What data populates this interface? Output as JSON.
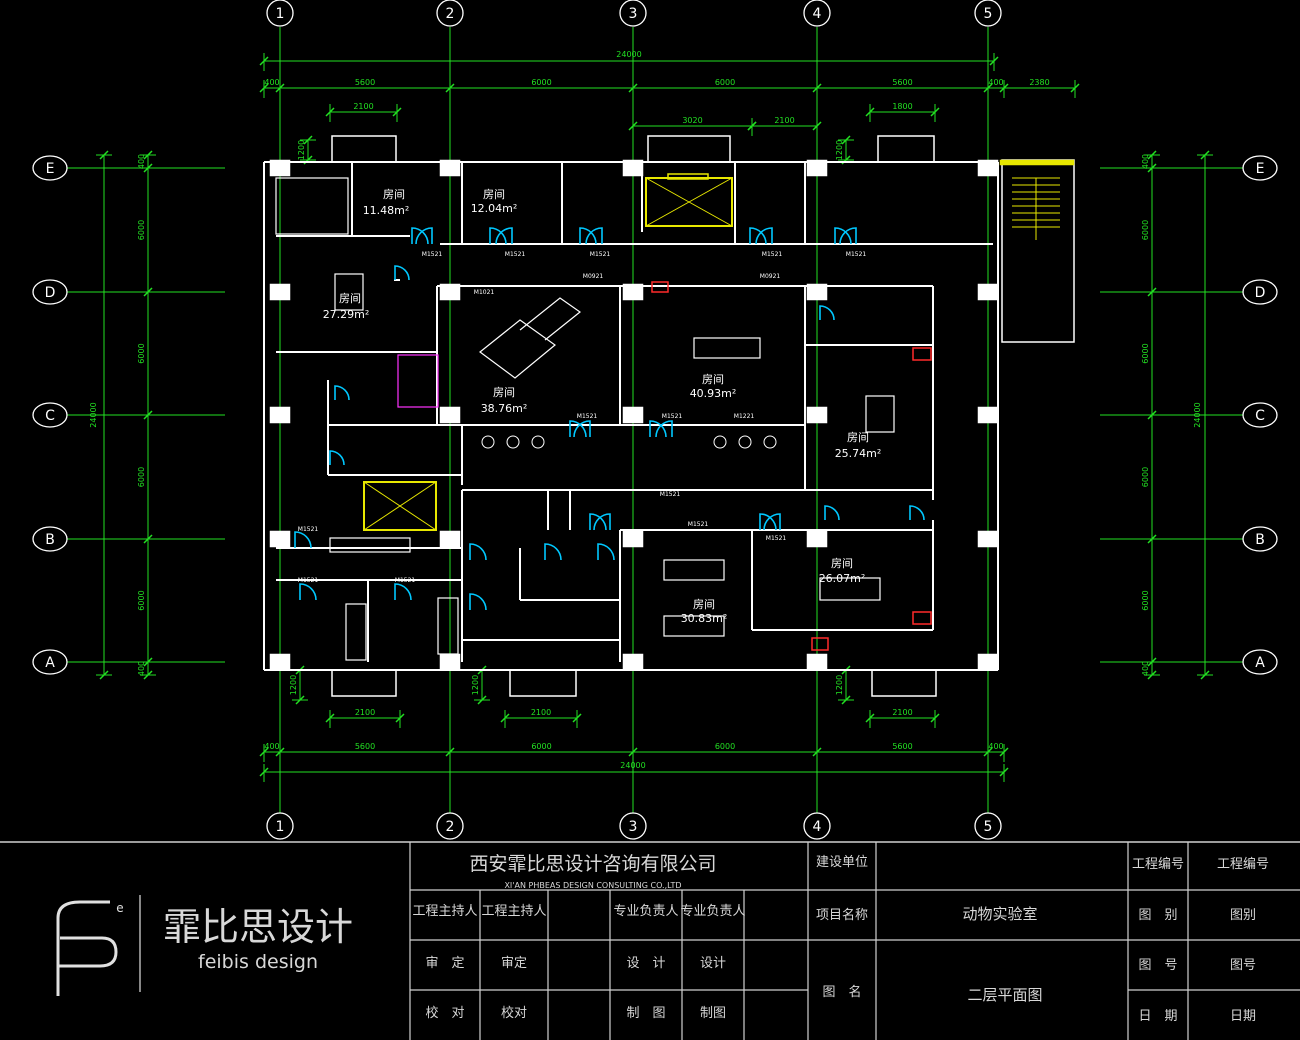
{
  "colors": {
    "background": "#000000",
    "wall": "#ffffff",
    "dimension": "#22e022",
    "door": "#00c8ff",
    "elevator": "#e8e800",
    "window_marker": "#ff2a2a",
    "fixture": "#ff33ff",
    "titleblock_line": "#d0d0d0"
  },
  "axes": {
    "columns": [
      "1",
      "2",
      "3",
      "4",
      "5"
    ],
    "rows": [
      "E",
      "D",
      "C",
      "B",
      "A"
    ]
  },
  "dimensions": {
    "total_top": "24000",
    "total_bottom": "24000",
    "total_left": "24000",
    "total_right": "24000",
    "top_segments": [
      "400",
      "5600",
      "6000",
      "6000",
      "5600",
      "400",
      "2380"
    ],
    "bottom_segments": [
      "400",
      "5600",
      "6000",
      "6000",
      "5600",
      "400"
    ],
    "left_segments": [
      "400",
      "6000",
      "6000",
      "6000",
      "6000",
      "400"
    ],
    "right_segments": [
      "400",
      "6000",
      "6000",
      "6000",
      "6000",
      "400"
    ],
    "window_top": [
      "2100",
      "3020",
      "2100",
      "1800"
    ],
    "window_bottom": [
      "2100",
      "2100",
      "2100"
    ],
    "offsets": [
      "1200",
      "1200",
      "1200",
      "1200",
      "1200"
    ]
  },
  "rooms": [
    {
      "label": "房间",
      "area": "11.48m²"
    },
    {
      "label": "房间",
      "area": "12.04m²"
    },
    {
      "label": "房间",
      "area": "27.29m²"
    },
    {
      "label": "房间",
      "area": "38.76m²"
    },
    {
      "label": "房间",
      "area": "40.93m²"
    },
    {
      "label": "房间",
      "area": "25.74m²"
    },
    {
      "label": "房间",
      "area": "30.83m²"
    },
    {
      "label": "房间",
      "area": "26.07m²"
    }
  ],
  "doors": {
    "m1521": "M1521",
    "m0921": "M0921",
    "m1021": "M1021",
    "m1221": "M1221"
  },
  "titleblock": {
    "logo_mark": "Fe",
    "logo_cn": "霏比思设计",
    "logo_en": "feibis design",
    "company_cn": "西安霏比思设计咨询有限公司",
    "company_en": "XI'AN PHBEAS DESIGN CONSULTING CO.,LTD",
    "labels": {
      "project_lead": "工程主持人",
      "project_lead_value": "工程主持人",
      "discipline_lead": "专业负责人",
      "discipline_lead_value": "专业负责人",
      "approve": "审　定",
      "approve_value": "审定",
      "design": "设　计",
      "design_value": "设计",
      "check": "校　对",
      "check_value": "校对",
      "draw": "制　图",
      "draw_value": "制图",
      "client": "建设单位",
      "project_name": "项目名称",
      "project_name_value": "动物实验室",
      "drawing_name": "图　名",
      "drawing_name_value": "二层平面图",
      "project_no": "工程编号",
      "project_no_value": "工程编号",
      "category": "图　别",
      "category_value": "图别",
      "sheet_no": "图　号",
      "sheet_no_value": "图号",
      "date": "日　期",
      "date_value": "日期"
    }
  }
}
